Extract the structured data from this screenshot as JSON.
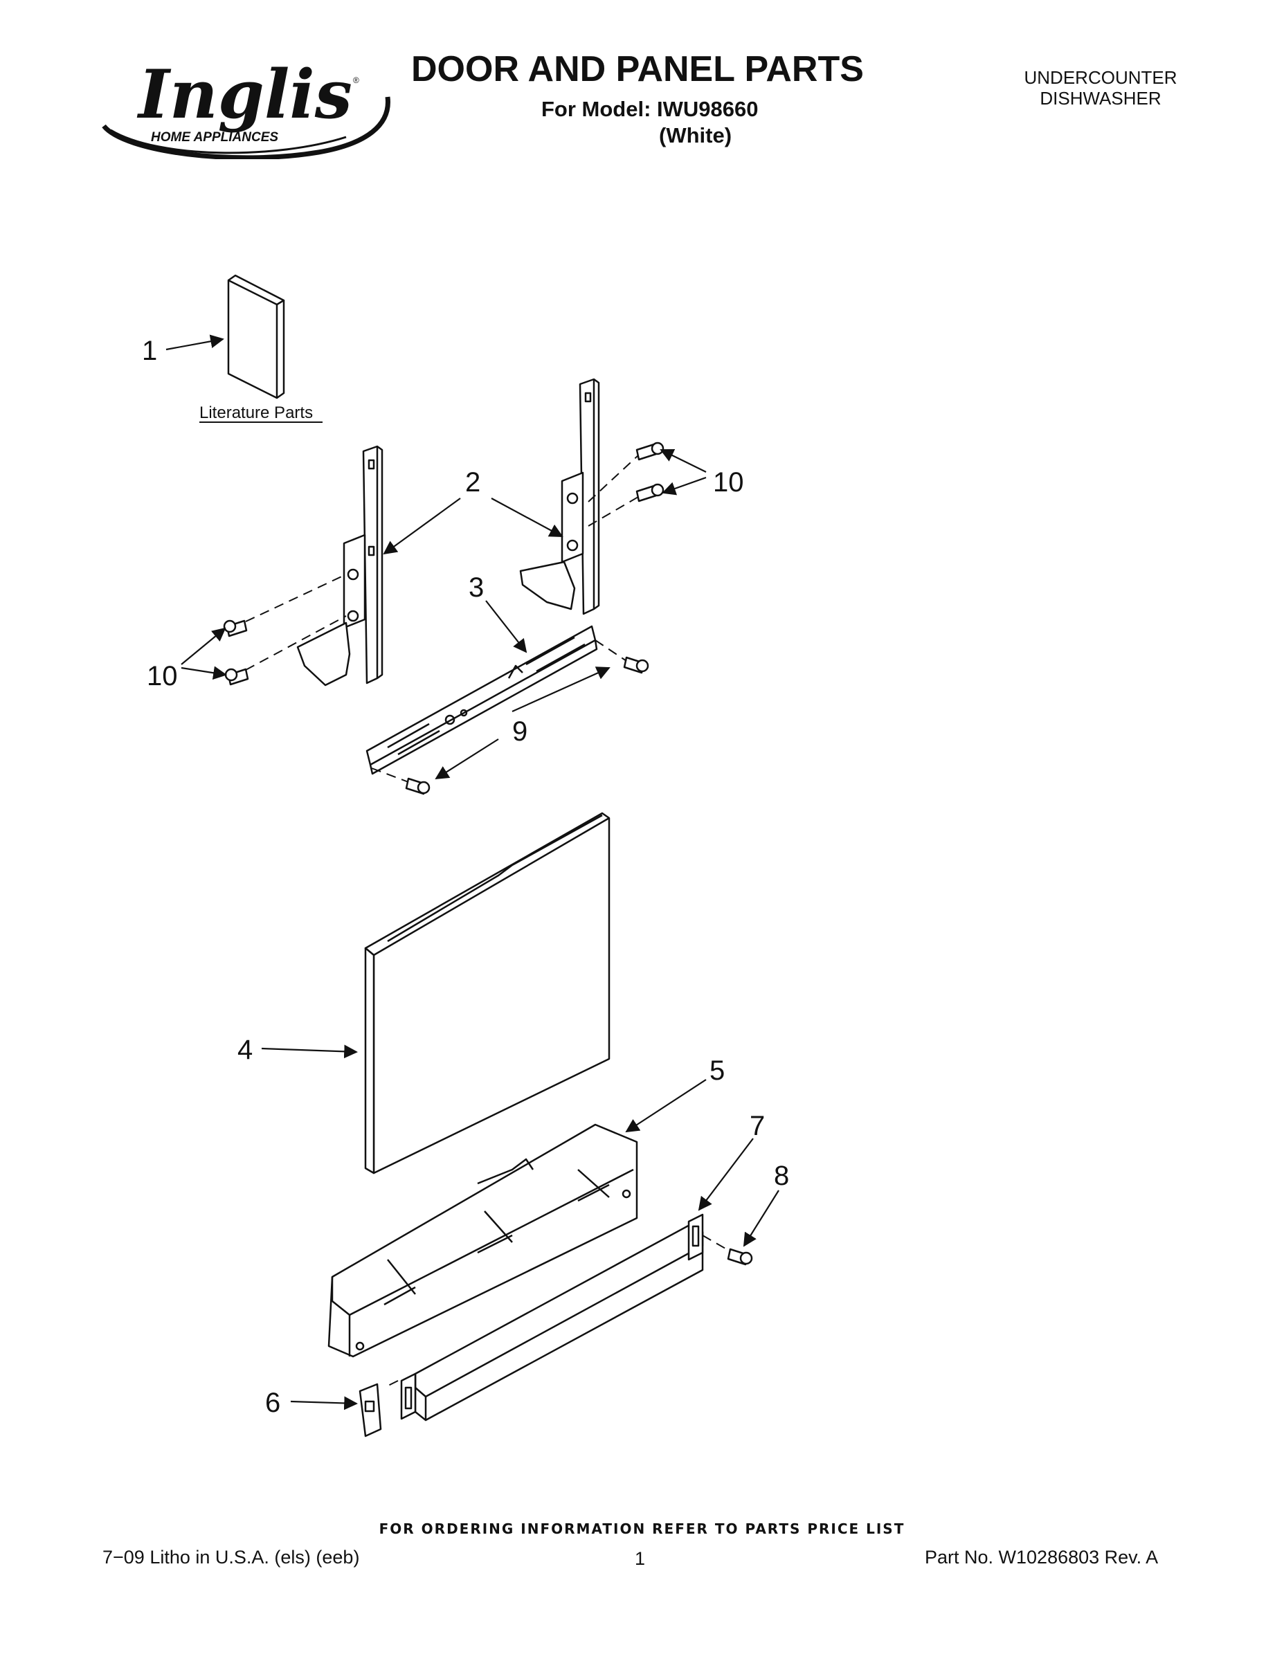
{
  "header": {
    "brand_name": "Inglis",
    "brand_tagline": "HOME APPLIANCES",
    "title": "DOOR AND PANEL PARTS",
    "model_line": "For Model: IWU98660",
    "color_line": "(White)",
    "appliance_line1": "UNDERCOUNTER",
    "appliance_line2": "DISHWASHER"
  },
  "diagram": {
    "literature_label": "Literature Parts",
    "callouts": {
      "c1": "1",
      "c2": "2",
      "c3": "3",
      "c4": "4",
      "c5": "5",
      "c6": "6",
      "c7": "7",
      "c8": "8",
      "c9": "9",
      "c10_top": "10",
      "c10_left": "10"
    }
  },
  "footer": {
    "ordering_note": "FOR ORDERING INFORMATION REFER TO PARTS PRICE LIST",
    "litho": "7−09 Litho in U.S.A. (els) (eeb)",
    "page_number": "1",
    "part_number": "Part No. W10286803 Rev. A"
  }
}
